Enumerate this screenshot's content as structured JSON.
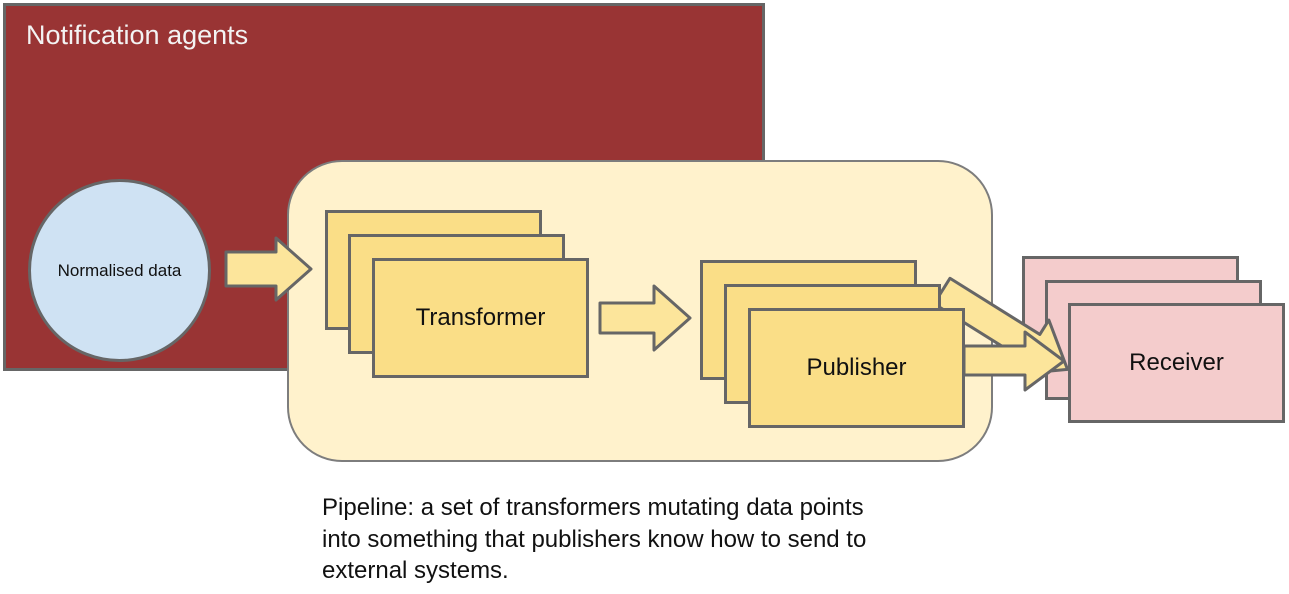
{
  "colors": {
    "agents-bg": "#993434",
    "agents-border": "#666666",
    "circle-bg": "#cfe2f3",
    "pipeline-bg": "#fff2cc",
    "pipeline-border": "#7d7d7d",
    "card-yellow": "#fade87",
    "card-pink": "#f4cccc",
    "card-border": "#666666",
    "arrow-fill": "#fce59b",
    "arrow-stroke": "#666666",
    "title-color": "#f3f3f3",
    "text-color": "#111111"
  },
  "agents": {
    "title": "Notification agents",
    "circle_label": "Normalised data"
  },
  "pipeline": {
    "transformer_label": "Transformer",
    "publisher_label": "Publisher"
  },
  "receiver": {
    "label": "Receiver"
  },
  "caption": {
    "lines": [
      "Pipeline: a set of transformers mutating data points",
      "into something that publishers know how to send to",
      "external systems."
    ]
  }
}
